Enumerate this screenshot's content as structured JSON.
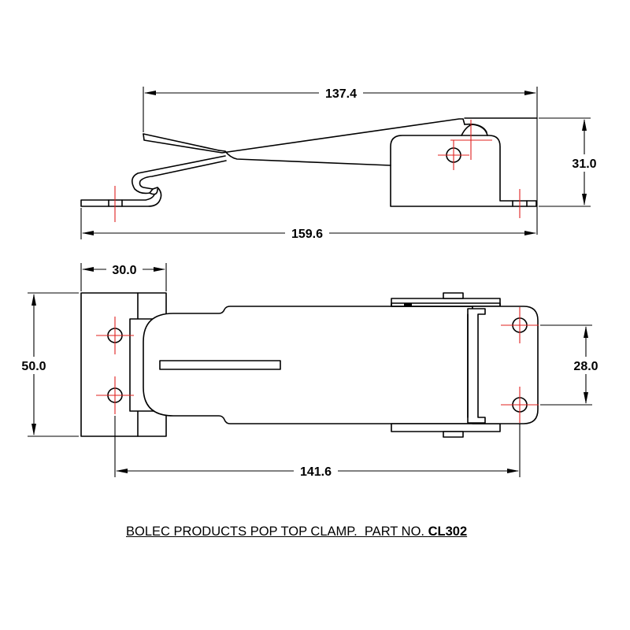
{
  "drawing": {
    "title": {
      "text": "BOLEC PRODUCTS POP TOP CLAMP.  PART NO. ",
      "part_number": "CL302"
    },
    "side_view": {
      "dimensions": {
        "lever_length": "137.4",
        "overall_length": "159.6",
        "height": "31.0"
      }
    },
    "top_view": {
      "dimensions": {
        "keeper_width": "30.0",
        "keeper_height": "50.0",
        "hole_spacing": "28.0",
        "hole_centers_length": "141.6"
      }
    },
    "colors": {
      "outline": "#000000",
      "centerline": "#e0201e",
      "background": "#ffffff"
    }
  }
}
